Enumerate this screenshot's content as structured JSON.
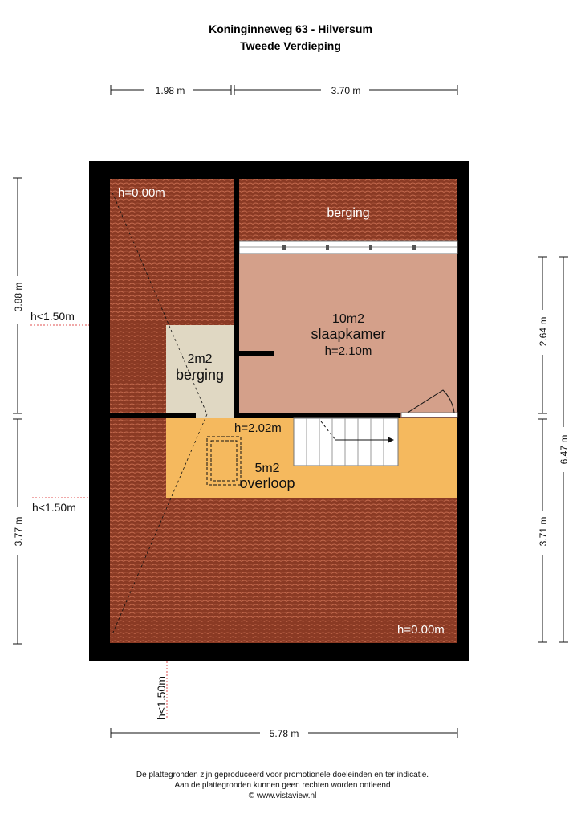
{
  "header": {
    "address": "Koninginneweg 63 - Hilversum",
    "floor": "Tweede Verdieping"
  },
  "dimensions": {
    "top_left": "1.98 m",
    "top_right": "3.70 m",
    "bottom": "5.78 m",
    "left_upper": "3.88 m",
    "left_lower": "3.77 m",
    "right_upper": "2.64 m",
    "right_lower": "3.71 m",
    "right_total": "6.47 m"
  },
  "height_markers": {
    "left_upper": "h<1.50m",
    "left_lower": "h<1.50m",
    "bottom": "h<1.50m"
  },
  "rooms": {
    "storage_top": {
      "name": "berging"
    },
    "bedroom": {
      "area": "10m2",
      "name": "slaapkamer",
      "height": "h=2.10m"
    },
    "storage_small": {
      "area": "2m2",
      "name": "berging"
    },
    "landing": {
      "area": "5m2",
      "name": "overloop",
      "height": "h=2.02m"
    }
  },
  "roof_heights": {
    "top_left": "h=0.00m",
    "bottom_right": "h=0.00m"
  },
  "footer": {
    "line1": "De plattegronden zijn geproduceerd voor promotionele doeleinden en ter indicatie.",
    "line2": "Aan de plattegronden kunnen geen rechten worden ontleend",
    "line3": "© www.vistaview.nl"
  },
  "colors": {
    "roof_tile": "#8a3a24",
    "roof_line": "#c46a4e",
    "wall": "#000000",
    "bedroom": "#d4a08a",
    "storage_small": "#e0d8c3",
    "landing": "#f5b95e"
  }
}
